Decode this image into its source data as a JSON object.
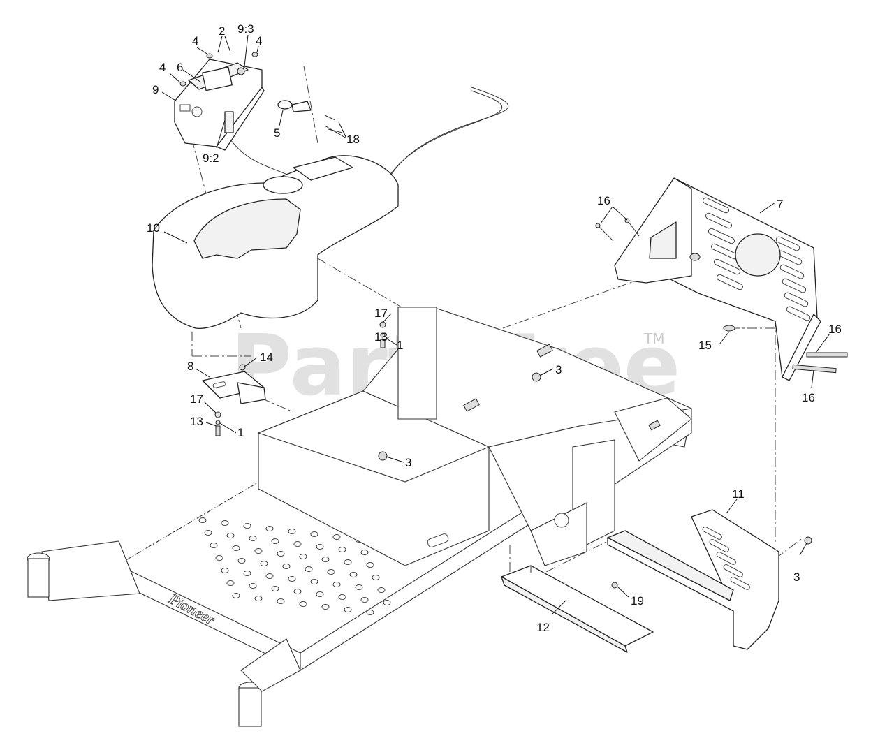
{
  "watermark": {
    "text": "PartsTree",
    "trademark": "TM"
  },
  "callouts": [
    {
      "id": "c-2",
      "label": "2"
    },
    {
      "id": "c-9-3",
      "label": "9:3"
    },
    {
      "id": "c-4a",
      "label": "4"
    },
    {
      "id": "c-4b",
      "label": "4"
    },
    {
      "id": "c-4c",
      "label": "4"
    },
    {
      "id": "c-6",
      "label": "6"
    },
    {
      "id": "c-9",
      "label": "9"
    },
    {
      "id": "c-5",
      "label": "5"
    },
    {
      "id": "c-18",
      "label": "18"
    },
    {
      "id": "c-9-2",
      "label": "9:2"
    },
    {
      "id": "c-10",
      "label": "10"
    },
    {
      "id": "c-16a",
      "label": "16"
    },
    {
      "id": "c-7",
      "label": "7"
    },
    {
      "id": "c-17a",
      "label": "17"
    },
    {
      "id": "c-13a",
      "label": "13"
    },
    {
      "id": "c-1a",
      "label": "1"
    },
    {
      "id": "c-3a",
      "label": "3"
    },
    {
      "id": "c-15",
      "label": "15"
    },
    {
      "id": "c-16b",
      "label": "16"
    },
    {
      "id": "c-16c",
      "label": "16"
    },
    {
      "id": "c-8",
      "label": "8"
    },
    {
      "id": "c-14",
      "label": "14"
    },
    {
      "id": "c-17b",
      "label": "17"
    },
    {
      "id": "c-13b",
      "label": "13"
    },
    {
      "id": "c-1b",
      "label": "1"
    },
    {
      "id": "c-3b",
      "label": "3"
    },
    {
      "id": "c-11",
      "label": "11"
    },
    {
      "id": "c-3c",
      "label": "3"
    },
    {
      "id": "c-19",
      "label": "19"
    },
    {
      "id": "c-12",
      "label": "12"
    }
  ],
  "decals": {
    "frame_logo": "Pioneer"
  }
}
